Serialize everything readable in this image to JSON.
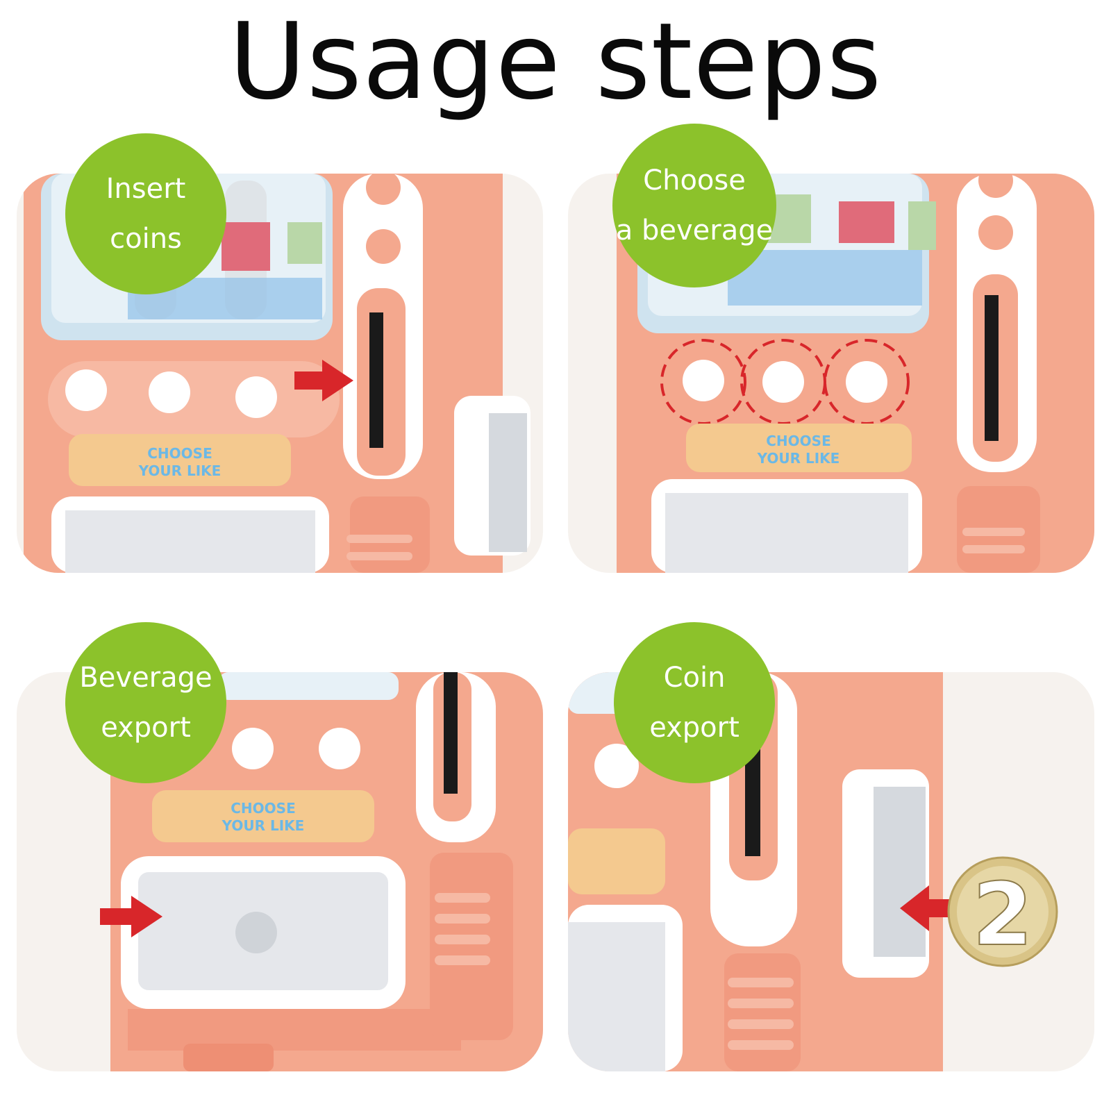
{
  "title": "Usage steps",
  "steps": [
    {
      "line1": "Insert",
      "line2": "coins"
    },
    {
      "line1": "Choose",
      "line2": "a beverage"
    },
    {
      "line1": "Beverage",
      "line2": "export"
    },
    {
      "line1": "Coin",
      "line2": "export"
    }
  ],
  "sticker": {
    "line1": "CHOOSE",
    "line2": "YOUR LIKE"
  },
  "coin_value": "2",
  "colors": {
    "bubble_green": "#8cc22b",
    "machine_peach": "#f4a88e",
    "arrow_red": "#d8262a",
    "panel_bg": "#f6f2ee"
  }
}
